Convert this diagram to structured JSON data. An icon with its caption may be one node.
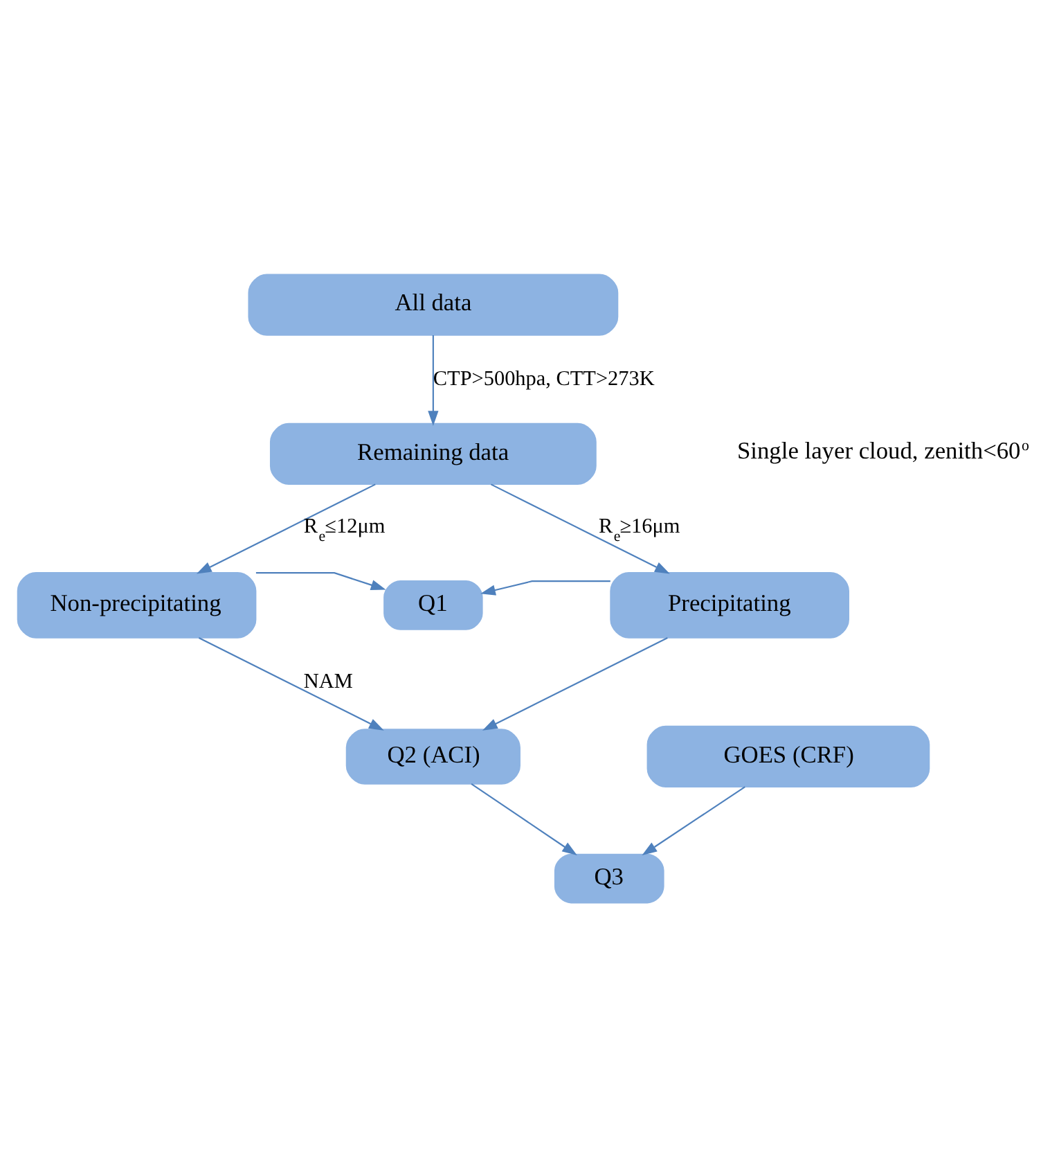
{
  "diagram": {
    "nodes": [
      {
        "text": [
          "All data"
        ]
      },
      {
        "text": [
          "Remaining data"
        ]
      },
      {
        "text": [
          "Q1"
        ]
      },
      {
        "text": [
          "Non-precipitating"
        ]
      },
      {
        "text": [
          "Precipitating"
        ]
      },
      {
        "text": [
          "Q2 (ACI)"
        ]
      },
      {
        "text": [
          "GOES (CRF)"
        ]
      },
      {
        "text": [
          "Q3"
        ]
      }
    ],
    "edges": [
      {
        "from": 0,
        "to": 1,
        "arrow": "to",
        "label": "CTP>500hpa, CTT>273K"
      },
      {
        "from": 1,
        "to": 3,
        "arrow": "to",
        "label": "R$_{e}$≤12μm"
      },
      {
        "from": 1,
        "to": 4,
        "arrow": "to",
        "label": "R$_{e}$≥16μm"
      },
      {
        "from": 3,
        "to": 2,
        "arrow": "to"
      },
      {
        "from": 4,
        "to": 2,
        "arrow": "to"
      },
      {
        "from": 3,
        "to": 5,
        "arrow": "to",
        "label": "NAM"
      },
      {
        "from": 4,
        "to": 5,
        "arrow": "to"
      },
      {
        "from": 5,
        "to": 7,
        "arrow": "to"
      },
      {
        "from": 6,
        "to": 7,
        "arrow": "to"
      }
    ],
    "labels": [
      "Single layer cloud, zenith<60$^{o}$"
    ]
  }
}
